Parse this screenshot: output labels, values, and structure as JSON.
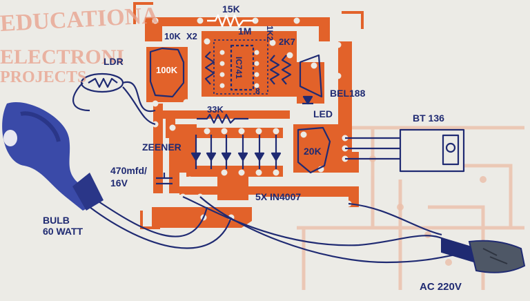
{
  "background": {
    "watermark_1": "EDUCATIONA",
    "watermark_2": "ELECTRONI",
    "watermark_3": "PROJECTS"
  },
  "labels": {
    "r_15k": "15K",
    "r_10k": "10K",
    "x2": "X2",
    "r_1m": "1M",
    "r_1k2": "1K2",
    "r_2k7": "2K7",
    "ic": "IC741",
    "pin_8": "8",
    "pot_100k": "100K",
    "ldr": "LDR",
    "bel188": "BEL188",
    "led": "LED",
    "r_33k": "33K",
    "zeener": "ZEENER",
    "pot_20k": "20K",
    "bt136": "BT 136",
    "cap_value": "470mfd/",
    "cap_voltage": "16V",
    "diodes": "5X IN4007",
    "bulb_line1": "BULB",
    "bulb_line2": "60 WATT",
    "ac": "AC 220V"
  },
  "colors": {
    "copper": "#e2622a",
    "ink": "#1f2a72",
    "paper": "#ecebe6",
    "watermark": "#e9a08a",
    "bulb_blue": "#2f3f9a"
  }
}
